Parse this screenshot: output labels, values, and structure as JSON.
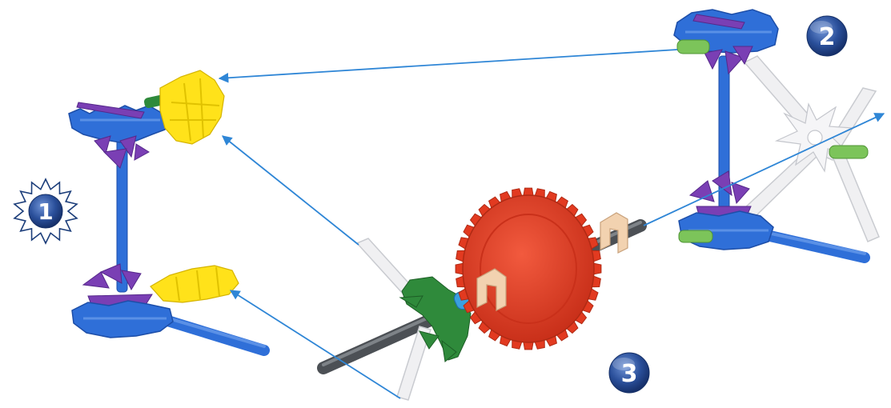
{
  "steps": [
    {
      "label": "1"
    },
    {
      "label": "2"
    },
    {
      "label": "3"
    }
  ],
  "colors": {
    "background": "#ffffff",
    "arrow": "#2f86d6",
    "blue_connector": "#2f6fd8",
    "purple_connector": "#7a3fb4",
    "yellow_connector": "#ffe21a",
    "red_gear": "#e23a20",
    "green_connector": "#2f8a3b",
    "light_green_rod": "#7cc45a",
    "white_part": "#f0f0f2",
    "grey_rod": "#5d6166",
    "tan_clip": "#f2d2b0",
    "badge_fill": "#2a4f9a"
  },
  "icons": [
    "starburst-badge-icon",
    "circle-badge-icon"
  ]
}
